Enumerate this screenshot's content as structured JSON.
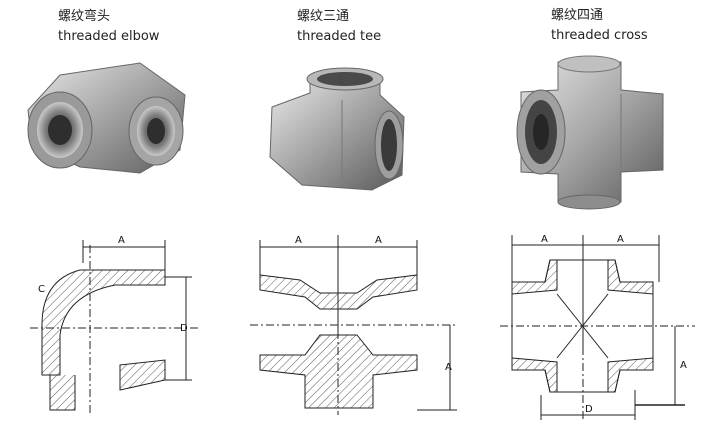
{
  "fittings": [
    {
      "name_zh": "螺纹弯头",
      "name_en": "threaded elbow",
      "dims": {
        "a": "A",
        "c": "C",
        "d": "D"
      }
    },
    {
      "name_zh": "螺纹三通",
      "name_en": "threaded tee",
      "dims": {
        "a": "A",
        "a2": "A",
        "a3": "A"
      }
    },
    {
      "name_zh": "螺纹四通",
      "name_en": "threaded cross",
      "dims": {
        "a": "A",
        "a2": "A",
        "a3": "A",
        "d": "D"
      }
    }
  ]
}
